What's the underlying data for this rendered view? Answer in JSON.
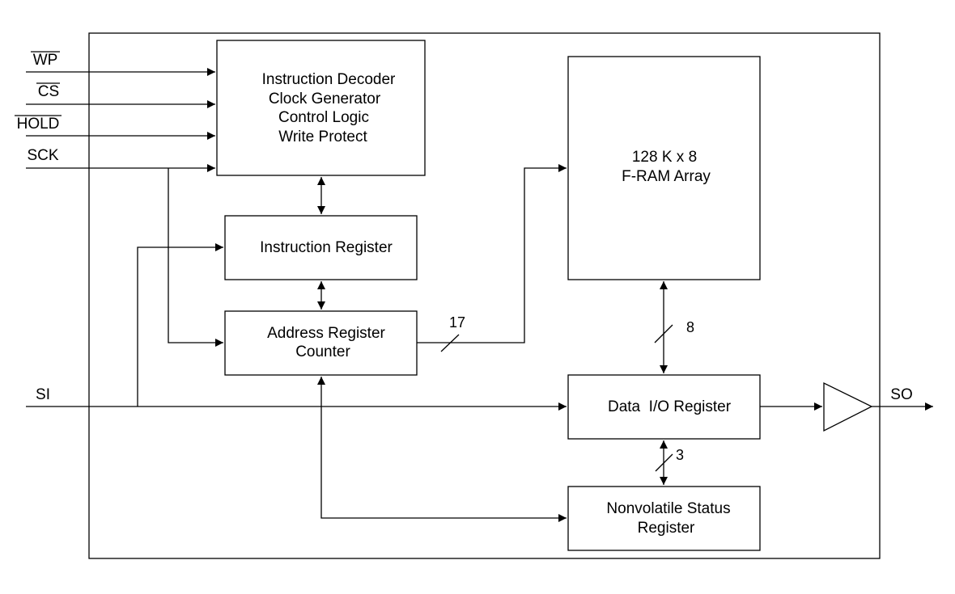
{
  "pins": {
    "wp": "WP",
    "cs": "CS",
    "hold": "HOLD",
    "sck": "SCK",
    "si": "SI",
    "so": "SO"
  },
  "blocks": {
    "control": [
      "Instruction Decoder",
      "Clock Generator",
      "Control Logic",
      "Write Protect"
    ],
    "instruction_register": "Instruction Register",
    "address_register": [
      "Address Register",
      "Counter"
    ],
    "fram_array": [
      "128 K x 8",
      "F-RAM Array"
    ],
    "data_io_register": "Data  I/O Register",
    "status_register": [
      "Nonvolatile Status",
      "Register"
    ]
  },
  "bus_widths": {
    "address": "17",
    "data": "8",
    "status": "3"
  }
}
